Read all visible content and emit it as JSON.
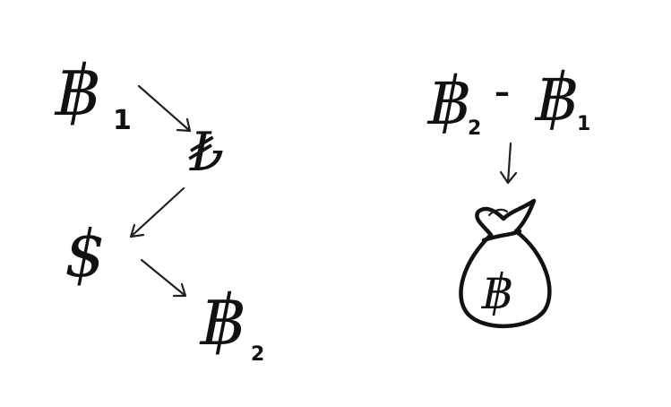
{
  "left_flow": {
    "baht_1": {
      "symbol": "฿",
      "subscript": "1"
    },
    "lira": {
      "symbol": "₺"
    },
    "dollar": {
      "symbol": "$"
    },
    "baht_2": {
      "symbol": "฿",
      "subscript": "2"
    }
  },
  "right_formula": {
    "term_a": {
      "symbol": "฿",
      "subscript": "2"
    },
    "operator": "–",
    "term_b": {
      "symbol": "฿",
      "subscript": "1"
    },
    "result_bag": {
      "symbol": "฿"
    }
  },
  "icons": [
    "arrow-icon",
    "money-bag-icon"
  ],
  "colors": {
    "ink": "#111111",
    "background": "#ffffff"
  }
}
